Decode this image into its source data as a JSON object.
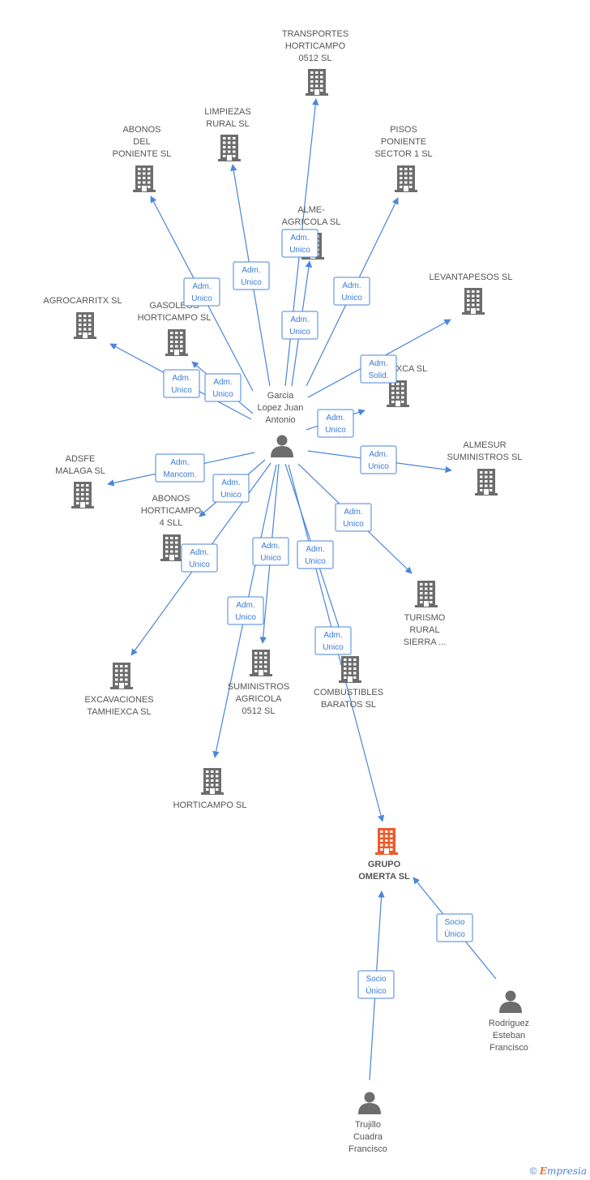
{
  "colors": {
    "edge": "#4a86d8",
    "building": "#6d6d6d",
    "building_main": "#f05a28",
    "person": "#6d6d6d",
    "text": "#555555"
  },
  "nodes": [
    {
      "id": "garcia",
      "type": "person",
      "icon": "person-icon",
      "label": [
        "Garcia",
        "Lopez Juan",
        "Antonio"
      ]
    },
    {
      "id": "transportes",
      "type": "company",
      "icon": "building-icon",
      "label": [
        "TRANSPORTES",
        "HORTICAMPO",
        "0512 SL"
      ]
    },
    {
      "id": "limpiezas",
      "type": "company",
      "icon": "building-icon",
      "label": [
        "LIMPIEZAS",
        "RURAL SL"
      ]
    },
    {
      "id": "abonos_poniente",
      "type": "company",
      "icon": "building-icon",
      "label": [
        "ABONOS",
        "DEL",
        "PONIENTE SL"
      ]
    },
    {
      "id": "pisos",
      "type": "company",
      "icon": "building-icon",
      "label": [
        "PISOS",
        "PONIENTE",
        "SECTOR 1 SL"
      ]
    },
    {
      "id": "alme",
      "type": "company",
      "icon": "building-icon",
      "label": [
        "ALME-",
        "AGRICOLA SL"
      ]
    },
    {
      "id": "levantapesos",
      "type": "company",
      "icon": "building-icon",
      "label": [
        "LEVANTAPESOS SL"
      ]
    },
    {
      "id": "agrocarritx",
      "type": "company",
      "icon": "building-icon",
      "label": [
        "AGROCARRITX SL"
      ]
    },
    {
      "id": "gasoleos",
      "type": "company",
      "icon": "building-icon",
      "label": [
        "GASOLEOS",
        "HORTICAMPO SL"
      ]
    },
    {
      "id": "xca",
      "type": "company",
      "icon": "building-icon",
      "label": [
        "XCA SL"
      ]
    },
    {
      "id": "adsfe",
      "type": "company",
      "icon": "building-icon",
      "label": [
        "ADSFE",
        "MALAGA SL"
      ]
    },
    {
      "id": "almesur",
      "type": "company",
      "icon": "building-icon",
      "label": [
        "ALMESUR",
        "SUMINISTROS SL"
      ]
    },
    {
      "id": "abonos_horticampo",
      "type": "company",
      "icon": "building-icon",
      "label": [
        "ABONOS",
        "HORTICAMPO",
        "4 SLL"
      ]
    },
    {
      "id": "turismo",
      "type": "company",
      "icon": "building-icon",
      "label": [
        "TURISMO",
        "RURAL",
        "SIERRA ..."
      ]
    },
    {
      "id": "excavaciones",
      "type": "company",
      "icon": "building-icon",
      "label": [
        "EXCAVACIONES",
        "TAMHIEXCA SL"
      ]
    },
    {
      "id": "suministros",
      "type": "company",
      "icon": "building-icon",
      "label": [
        "SUMINISTROS",
        "AGRICOLA",
        "0512 SL"
      ]
    },
    {
      "id": "combustibles",
      "type": "company",
      "icon": "building-icon",
      "label": [
        "COMBUSTIBLES",
        "BARATOS SL"
      ]
    },
    {
      "id": "horticampo",
      "type": "company",
      "icon": "building-icon",
      "label": [
        "HORTICAMPO SL"
      ]
    },
    {
      "id": "grupo",
      "type": "company",
      "icon": "building-icon",
      "main": true,
      "label": [
        "GRUPO",
        "OMERTA SL"
      ]
    },
    {
      "id": "rodriguez",
      "type": "person",
      "icon": "person-icon",
      "label": [
        "Rodriguez",
        "Esteban",
        "Francisco"
      ]
    },
    {
      "id": "trujillo",
      "type": "person",
      "icon": "person-icon",
      "label": [
        "Trujillo",
        "Cuadra",
        "Francisco"
      ]
    }
  ],
  "edges": [
    {
      "from": "garcia",
      "to": "transportes",
      "label": [
        "Adm.",
        "Unico"
      ]
    },
    {
      "from": "garcia",
      "to": "limpiezas",
      "label": [
        "Adm.",
        "Unico"
      ]
    },
    {
      "from": "garcia",
      "to": "abonos_poniente",
      "label": [
        "Adm.",
        "Unico"
      ]
    },
    {
      "from": "garcia",
      "to": "pisos",
      "label": [
        "Adm.",
        "Unico"
      ]
    },
    {
      "from": "garcia",
      "to": "alme",
      "label": [
        "Adm.",
        "Unico"
      ]
    },
    {
      "from": "garcia",
      "to": "levantapesos",
      "label": [
        "Adm.",
        "Solid."
      ]
    },
    {
      "from": "garcia",
      "to": "agrocarritx",
      "label": [
        "Adm.",
        "Unico"
      ]
    },
    {
      "from": "garcia",
      "to": "gasoleos",
      "label": [
        "Adm.",
        "Unico"
      ]
    },
    {
      "from": "garcia",
      "to": "xca",
      "label": [
        "Adm.",
        "Unico"
      ]
    },
    {
      "from": "garcia",
      "to": "adsfe",
      "label": [
        "Adm.",
        "Mancom."
      ]
    },
    {
      "from": "garcia",
      "to": "almesur",
      "label": [
        "Adm.",
        "Unico"
      ]
    },
    {
      "from": "garcia",
      "to": "abonos_horticampo",
      "label": [
        "Adm.",
        "Unico"
      ]
    },
    {
      "from": "garcia",
      "to": "turismo",
      "label": [
        "Adm.",
        "Unico"
      ]
    },
    {
      "from": "garcia",
      "to": "excavaciones",
      "label": [
        "Adm.",
        "Unico"
      ]
    },
    {
      "from": "garcia",
      "to": "suministros",
      "label": [
        "Adm.",
        "Unico"
      ]
    },
    {
      "from": "garcia",
      "to": "combustibles",
      "label": [
        "Adm.",
        "Unico"
      ]
    },
    {
      "from": "garcia",
      "to": "horticampo",
      "label": [
        "Adm.",
        "Unico"
      ]
    },
    {
      "from": "garcia",
      "to": "grupo",
      "label": [
        "Adm.",
        "Unico"
      ]
    },
    {
      "from": "rodriguez",
      "to": "grupo",
      "label": [
        "Socio",
        "Único"
      ]
    },
    {
      "from": "trujillo",
      "to": "grupo",
      "label": [
        "Socio",
        "Único"
      ]
    }
  ],
  "footer": {
    "copyright": "©",
    "brand_e": "E",
    "brand_rest": "mpresia"
  }
}
